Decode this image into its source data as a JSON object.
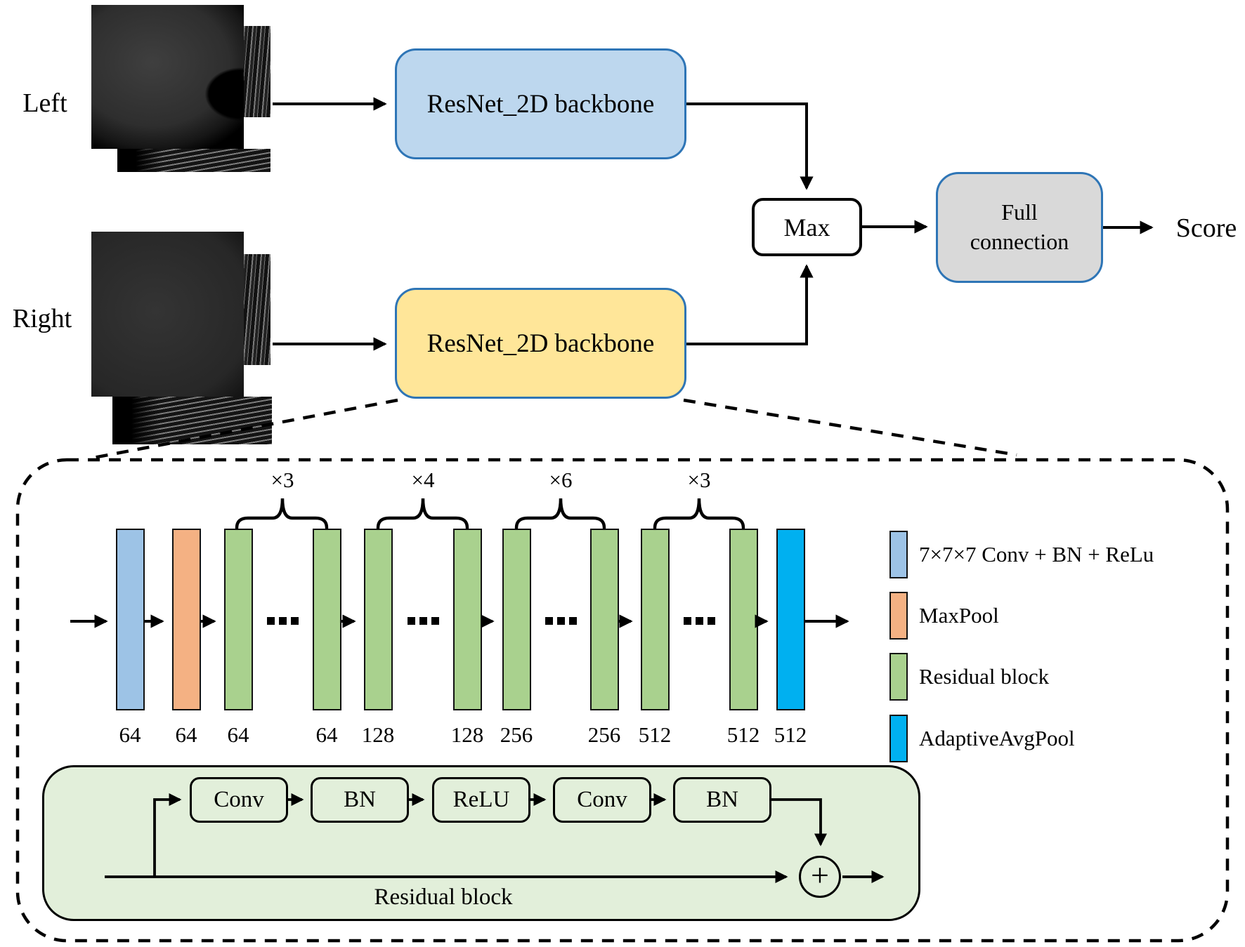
{
  "diagram": {
    "inputs": {
      "left_label": "Left",
      "right_label": "Right"
    },
    "backbones": {
      "left": "ResNet_2D backbone",
      "right": "ResNet_2D backbone"
    },
    "fusion": {
      "max_label": "Max",
      "fc_label": "Full connection",
      "output_label": "Score"
    },
    "detail": {
      "stage_multipliers": [
        "×3",
        "×4",
        "×6",
        "×3"
      ],
      "bar_labels": [
        "64",
        "64",
        "64",
        "64",
        "128",
        "128",
        "256",
        "256",
        "512",
        "512",
        "512"
      ],
      "legend": [
        {
          "label": "7×7×7 Conv + BN + ReLu",
          "color": "#9DC3E6"
        },
        {
          "label": "MaxPool",
          "color": "#F4B183"
        },
        {
          "label": "Residual block",
          "color": "#A9D18E"
        },
        {
          "label": "AdaptiveAvgPool",
          "color": "#00B0F0"
        }
      ],
      "residual_block": {
        "boxes": [
          "Conv",
          "BN",
          "ReLU",
          "Conv",
          "BN"
        ],
        "plus": "+",
        "caption": "Residual block"
      }
    },
    "colors": {
      "backbone_left_fill": "#BDD7EE",
      "backbone_right_fill": "#FFE699",
      "fc_fill": "#D9D9D9",
      "box_border_blue": "#2E75B6",
      "bar_blue": "#9DC3E6",
      "bar_orange": "#F4B183",
      "bar_green": "#A9D18E",
      "bar_cyan": "#00B0F0",
      "residual_container_fill": "#E2EFDA"
    }
  }
}
